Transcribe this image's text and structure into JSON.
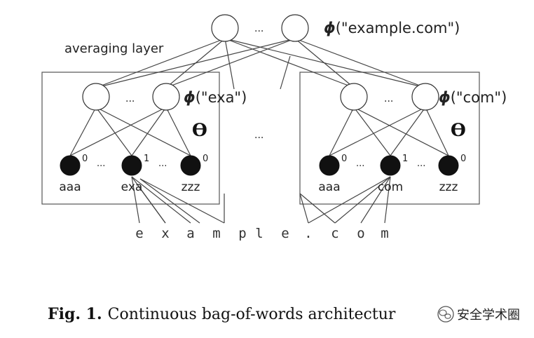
{
  "top_layer": {
    "ellipsis": "...",
    "phi_symbol": "ϕ",
    "phi_arg": "(\"example.com\")"
  },
  "averaging_label": "averaging layer",
  "middle_ellipsis": "...",
  "left_block": {
    "hidden_ellipsis": "...",
    "phi_symbol": "ϕ",
    "phi_arg": "(\"exa\")",
    "theta": "ϴ",
    "leaf_ellipsis_1": "...",
    "leaf_ellipsis_2": "...",
    "leaves": [
      {
        "label": "aaa",
        "value": "0"
      },
      {
        "label": "exa",
        "value": "1"
      },
      {
        "label": "zzz",
        "value": "0"
      }
    ]
  },
  "right_block": {
    "hidden_ellipsis": "...",
    "phi_symbol": "ϕ",
    "phi_arg": "(\"com\")",
    "theta": "ϴ",
    "leaf_ellipsis_1": "...",
    "leaf_ellipsis_2": "...",
    "leaves": [
      {
        "label": "aaa",
        "value": "0"
      },
      {
        "label": "com",
        "value": "1"
      },
      {
        "label": "zzz",
        "value": "0"
      }
    ]
  },
  "input_chars": [
    "e",
    "x",
    "a",
    "m",
    "p",
    "l",
    "e",
    ".",
    "c",
    "o",
    "m"
  ],
  "caption": {
    "label": "Fig. 1.",
    "text": "Continuous bag-of-words architectur"
  },
  "watermark": {
    "icon": "wechat-icon",
    "text": "安全学术圈"
  }
}
